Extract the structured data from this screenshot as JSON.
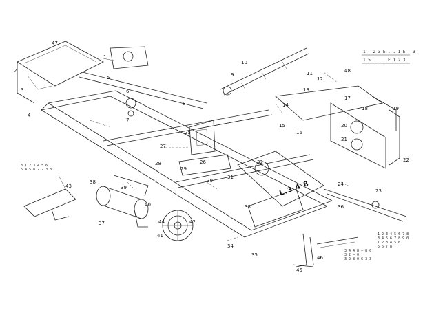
{
  "diagram": {
    "stamp": "L.3 4 8",
    "legend": [
      "1 — 2 3 E . . 1 E — 3",
      "1 5 . . . E 1 2 3"
    ],
    "notes": {
      "left": "3 1 2 3 4 5 6\n5 4 5 8 2 2 3 3",
      "bottom_right_a": "3 4 4 8 — 8 0\n3 2 — 0\n3 2 8 0 6 3 3",
      "bottom_right_b": "1 2 3 4 5 6 7 8\n3 4 5 6 7 8 9 0\n1 2 3 4 5 6\n5 6 7 8"
    },
    "callouts": [
      "1",
      "2",
      "3",
      "4",
      "5",
      "6",
      "7",
      "8",
      "9",
      "10",
      "11",
      "12",
      "13",
      "14",
      "15",
      "16",
      "17",
      "18",
      "19",
      "20",
      "21",
      "22",
      "23",
      "24",
      "25",
      "26",
      "27",
      "28",
      "29",
      "30",
      "31",
      "32",
      "33",
      "34",
      "35",
      "36",
      "37",
      "38",
      "39",
      "40",
      "41",
      "42",
      "43",
      "44",
      "45",
      "46",
      "47",
      "48"
    ]
  }
}
